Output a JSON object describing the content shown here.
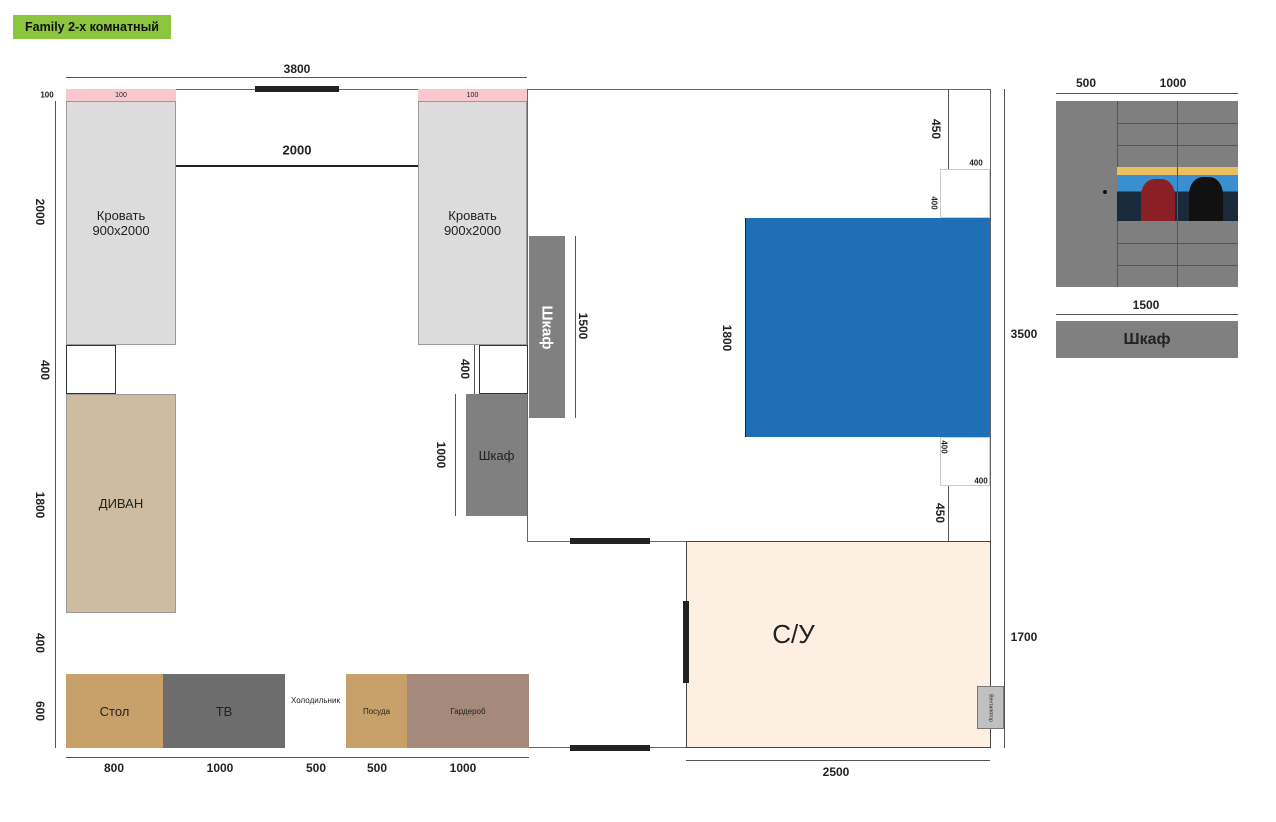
{
  "title": "Family 2-х комнатный",
  "colors": {
    "badge": "#8cc63e",
    "blue": "#1e6fb5",
    "bath": "#fdf0e3",
    "bed": "#dcdcdc",
    "sofa": "#cdbc9f",
    "closet": "#808080"
  },
  "furniture": {
    "bed1_line1": "Кровать",
    "bed1_line2": "900x2000",
    "bed2_line1": "Кровать",
    "bed2_line2": "900x2000",
    "sofa": "ДИВАН",
    "closet_tall": "Шкаф",
    "closet_small": "Шкаф",
    "table": "Стол",
    "tv": "ТВ",
    "fridge": "Холодильник",
    "dishes": "Посуда",
    "wardrobe": "Гардероб",
    "bathroom": "С/У",
    "ventilator": "Вентилятор"
  },
  "dims": {
    "top_total": "3800",
    "top_small": "100",
    "pink1": "100",
    "pink2": "100",
    "between_beds": "2000",
    "left_bed": "2000",
    "left_gap1": "400",
    "left_sofa": "1800",
    "left_gap2": "400",
    "left_row": "600",
    "b_table": "800",
    "b_tv": "1000",
    "b_fridge": "500",
    "b_dishes": "500",
    "b_wardrobe": "1000",
    "bath_w": "2500",
    "bath_h": "1700",
    "right_total": "3500",
    "r_top": "450",
    "r_box1_w": "400",
    "r_box1_h": "400",
    "blue_h": "1800",
    "r_box2_h": "400",
    "r_box2_w": "400",
    "r_bottom": "450",
    "closet_tall_h": "1500",
    "closet_gap": "400",
    "closet_small_h": "1000"
  },
  "side_panel": {
    "dim_left": "500",
    "dim_right": "1000",
    "dim_total": "1500",
    "closet_label": "Шкаф"
  }
}
